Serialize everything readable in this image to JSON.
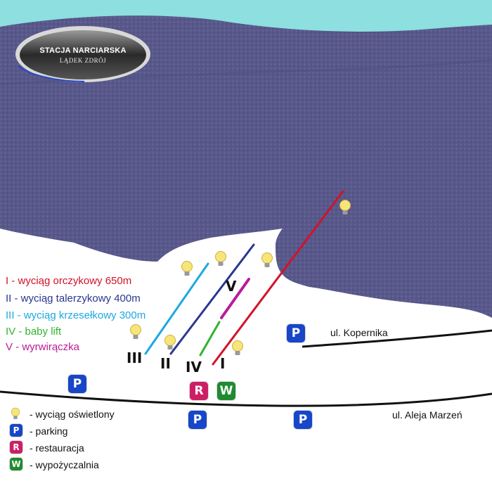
{
  "map": {
    "sky_color": "#8ddfe0",
    "mountain_color": "#57578a",
    "snow_color": "#ffffff"
  },
  "logo": {
    "line1": "STACJA NARCIARSKA",
    "line2": "LĄDEK ZDRÓJ"
  },
  "lifts_legend": [
    {
      "text": "I - wyciąg orczykowy 650m",
      "color": "#d31229"
    },
    {
      "text": "II - wyciąg talerzykowy 400m",
      "color": "#2a3690"
    },
    {
      "text": "III - wyciąg krzesełkowy 300m",
      "color": "#1da8e0"
    },
    {
      "text": "IV - baby lift",
      "color": "#2fb42f"
    },
    {
      "text": "V - wyrwirączka",
      "color": "#b81c9a"
    }
  ],
  "lifts": [
    {
      "numeral": "I",
      "color": "#d31229"
    },
    {
      "numeral": "II",
      "color": "#2a3690"
    },
    {
      "numeral": "III",
      "color": "#1da8e0"
    },
    {
      "numeral": "IV",
      "color": "#2fb42f"
    },
    {
      "numeral": "V",
      "color": "#b81c9a"
    }
  ],
  "streets": {
    "kopernika": "ul. Kopernika",
    "aleja_marzen": "ul. Aleja Marzeń"
  },
  "signs": {
    "parking": "P",
    "restaurant": "R",
    "rental": "W"
  },
  "key": [
    {
      "icon": "bulb-icon",
      "text": "- wyciąg oświetlony"
    },
    {
      "icon": "parking-icon",
      "text": "- parking"
    },
    {
      "icon": "restaurant-icon",
      "text": "- restauracja"
    },
    {
      "icon": "rental-icon",
      "text": "- wypożyczalnia"
    }
  ]
}
